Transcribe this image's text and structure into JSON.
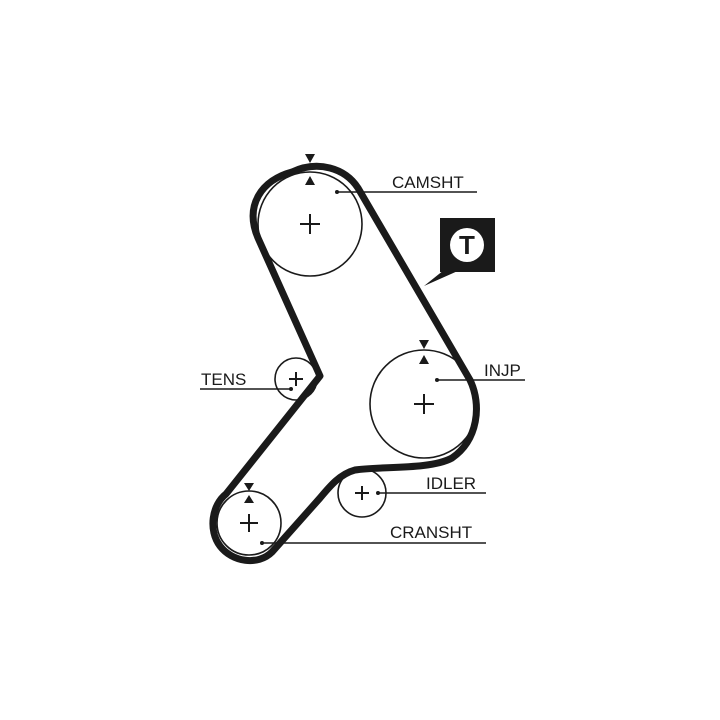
{
  "labels": {
    "camshaft": "CAMSHT",
    "injection_pump": "INJP",
    "tensioner": "TENS",
    "idler": "IDLER",
    "crankshaft": "CRANSHT"
  },
  "badge": {
    "letter": "T"
  },
  "colors": {
    "line": "#1a1a1a",
    "background": "#ffffff"
  }
}
